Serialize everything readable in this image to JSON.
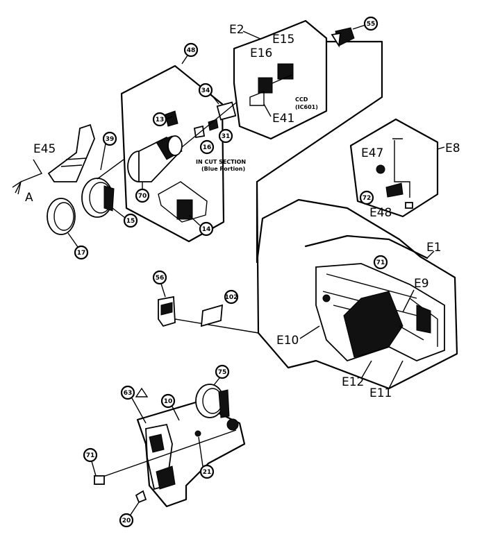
{
  "diagram": {
    "group_labels": {
      "e1": "E1",
      "e2": "E2",
      "e8": "E8",
      "e9": "E9",
      "e10": "E10",
      "e11": "E11",
      "e12": "E12",
      "e15": "E15",
      "e16": "E16",
      "e41": "E41",
      "e45": "E45",
      "e47": "E47",
      "e48": "E48",
      "a": "A"
    },
    "parts": {
      "p55": "55",
      "p48": "48",
      "p34": "34",
      "p31": "31",
      "p16": "16",
      "p13": "13",
      "p39": "39",
      "p70": "70",
      "p15": "15",
      "p14": "14",
      "p17": "17",
      "p73": "72",
      "p71a": "71",
      "p56": "56",
      "p102": "102",
      "p75": "75",
      "p63": "63",
      "p10": "10",
      "p71": "71",
      "p21": "21",
      "p20": "20"
    },
    "notes": {
      "ccd": "CCD",
      "ic": "(IC601)",
      "section1": "IN CUT SECTION",
      "section2": "(Blue Portion)"
    }
  }
}
